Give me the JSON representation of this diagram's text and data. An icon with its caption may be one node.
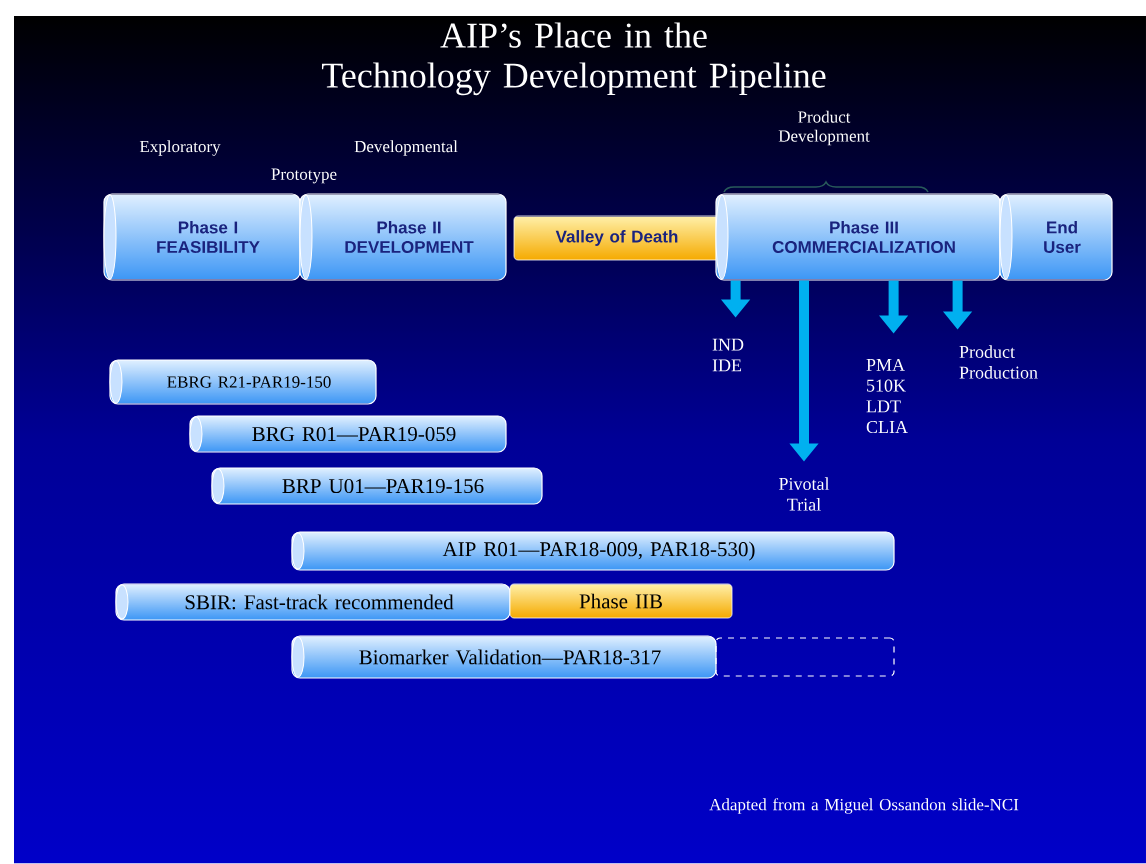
{
  "diagram": {
    "title": "AIP’s Place in the Technology Development Pipeline",
    "nodes": [
      {
        "text": [
          "Phase I FEASIBILITY"
        ]
      },
      {
        "text": [
          "Phase II DEVELOPMENT"
        ]
      },
      {
        "text": [
          "Valley of Death"
        ]
      },
      {
        "text": [
          "Phase III COMMERCIALIZATION"
        ]
      },
      {
        "text": [
          "End User"
        ]
      },
      {
        "text": [
          "IND IDE"
        ]
      },
      {
        "text": [
          "Pivotal Trial"
        ]
      },
      {
        "text": [
          "PMA 510K LDT CLIA"
        ]
      },
      {
        "text": [
          "Product Production"
        ]
      },
      {
        "text": [
          "EBRG R21-PAR19-150"
        ]
      },
      {
        "text": [
          "BRG R01—PAR19-059"
        ]
      },
      {
        "text": [
          "BRP  U01—PAR19-156"
        ]
      },
      {
        "text": [
          "AIP R01—PAR18-009, PAR18-530)"
        ]
      },
      {
        "text": [
          "SBIR: Fast-track recommended"
        ]
      },
      {
        "text": [
          "Phase IIB"
        ]
      },
      {
        "text": [
          "Biomarker Validation—PAR18-317"
        ]
      },
      {
        "text": [],
        "shape": "box"
      }
    ],
    "edges": [
      {
        "from": 3,
        "to": 5,
        "arrow": "to"
      },
      {
        "from": 3,
        "to": 6,
        "arrow": "to"
      },
      {
        "from": 3,
        "to": 7,
        "arrow": "to"
      },
      {
        "from": 3,
        "to": 8,
        "arrow": "to"
      }
    ],
    "labels": [
      "Exploratory",
      "Developmental",
      "Prototype",
      "Product Development",
      "Adapted from a Miguel Ossandon slide-NCI"
    ]
  }
}
